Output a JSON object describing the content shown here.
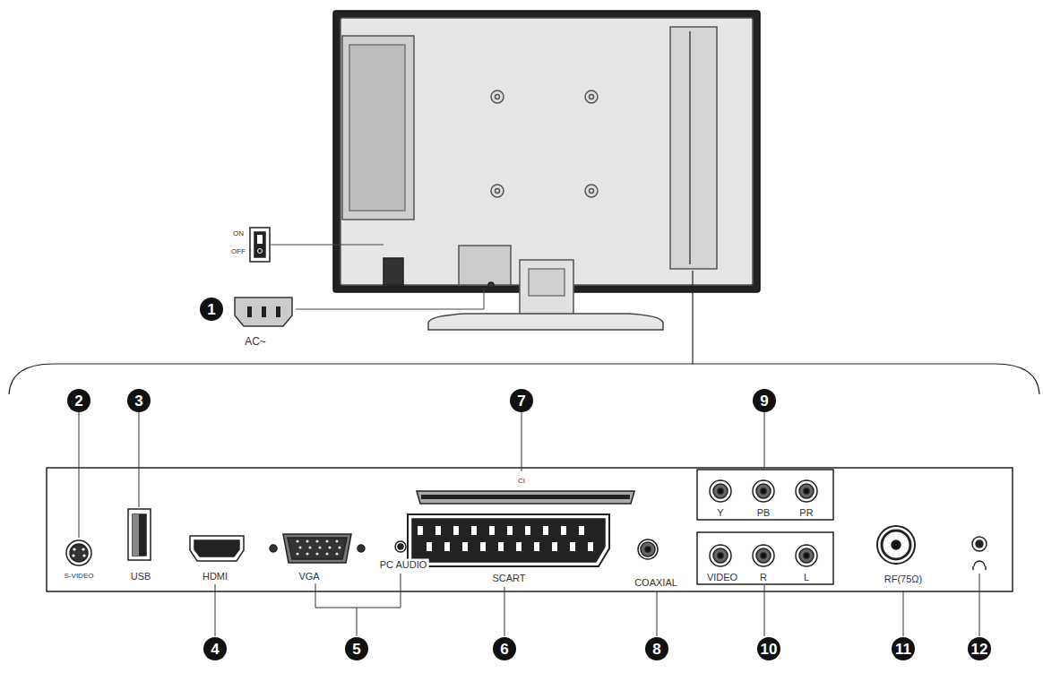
{
  "diagram": {
    "labels": [
      "1",
      "ON",
      "OFF",
      "AC~",
      "2",
      "3",
      "7",
      "9",
      "S-VIDEO",
      "USB",
      "HDMI",
      "VGA",
      "PC AUDIO",
      "CI",
      "SCART",
      "COAXIAL",
      "Y",
      "PB",
      "PR",
      "VIDEO",
      "R",
      "L",
      "RF(75Ω)",
      "4",
      "5",
      "6",
      "8",
      "10",
      "11",
      "12"
    ]
  }
}
